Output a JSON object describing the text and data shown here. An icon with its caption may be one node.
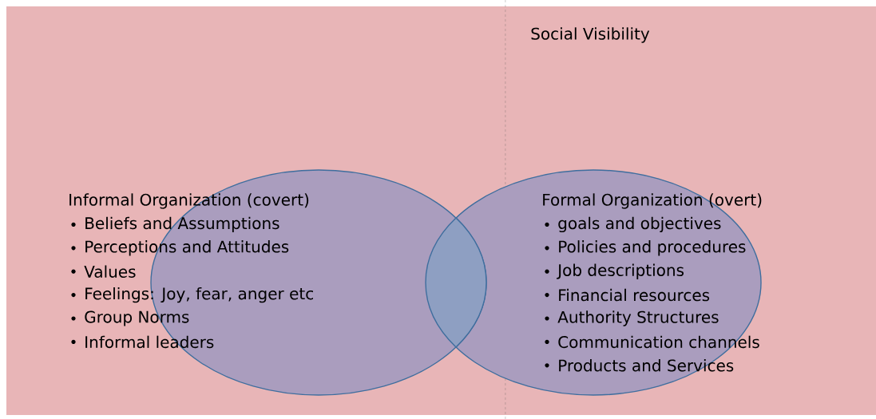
{
  "diagram": {
    "nodes": [
      {
        "text": [
          "Informal Organization (covert)",
          "Beliefs and Assumptions",
          "Perceptions and Attitudes",
          "Values",
          "Feelings: Joy, fear, anger etc",
          "Group Norms",
          "Informal leaders"
        ]
      },
      {
        "text": [
          "Formal Organization (overt)",
          "goals and objectives",
          "Policies and procedures",
          "Job descriptions",
          "Financial resources",
          "Authority Structures",
          "Communication channels",
          "Products and Services"
        ]
      },
      {
        "text": [],
        "shape": "lens"
      }
    ],
    "labels": [
      "Social Visibility"
    ]
  }
}
